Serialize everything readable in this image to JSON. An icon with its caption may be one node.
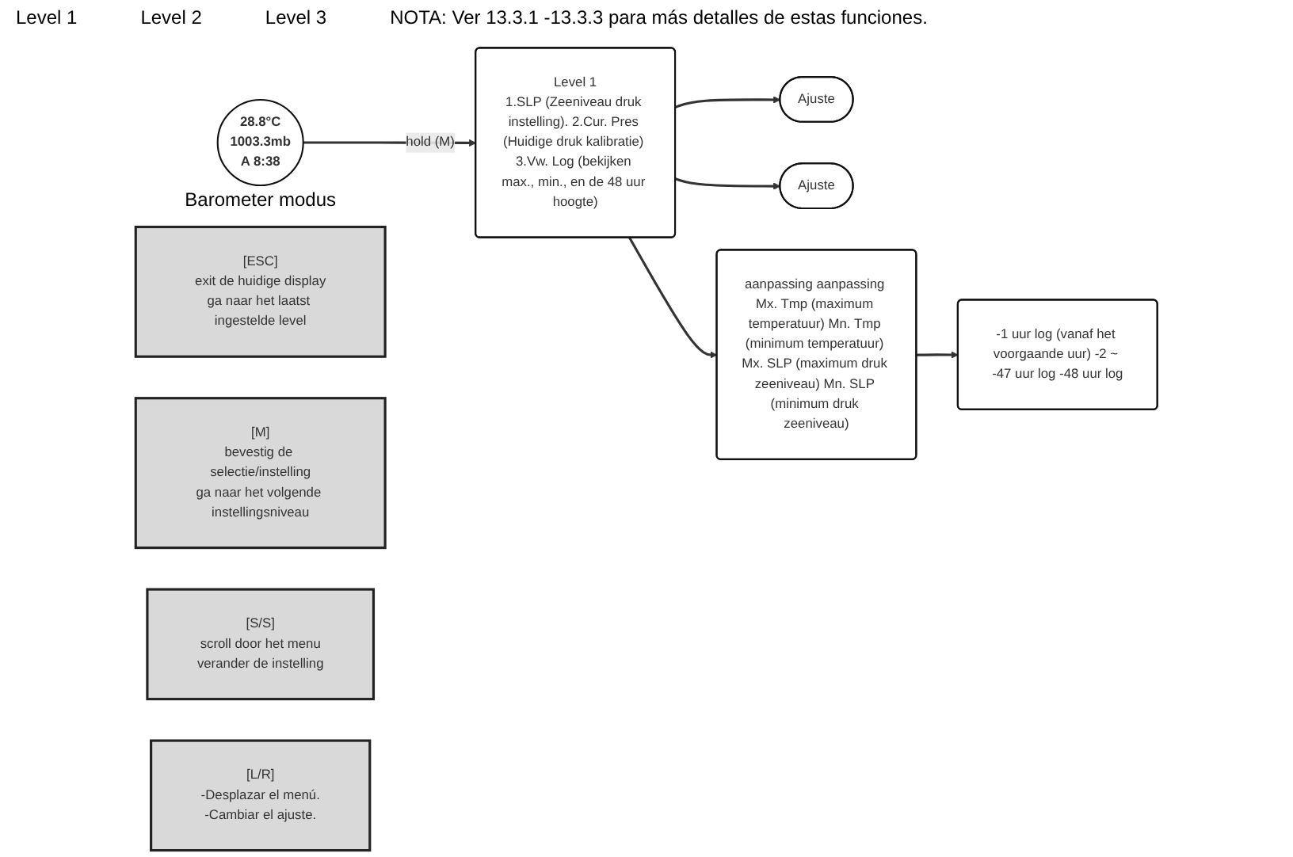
{
  "diagram": {
    "nodes": [
      {
        "text": [
          "28.8°C",
          "1003.3mb",
          "A 8:38"
        ],
        "beside": [
          "Barometer modus"
        ]
      },
      {
        "text": [
          "Level 1",
          "1.SLP (Zeeniveau druk instelling). 2.Cur. Pres (Huidige druk kalibratie) 3.Vw. Log (bekijken max., min., en de 48 uur hoogte)"
        ]
      },
      {
        "text": [
          "Ajuste"
        ]
      },
      {
        "text": [
          "Ajuste"
        ]
      },
      {
        "text": [
          "aanpassing aanpassing Mx. Tmp (maximum temperatuur) Mn. Tmp (minimum temperatuur) Mx. SLP (maximum druk zeeniveau) Mn. SLP (minimum druk zeeniveau)"
        ]
      },
      {
        "text": [
          "-1 uur log (vanaf het voorgaande uur) -2 ~ -47 uur log -48 uur log"
        ]
      },
      {
        "text": [
          "[ESC]",
          "exit de huidige display",
          "ga naar het laatst ingestelde level"
        ]
      },
      {
        "text": [
          "[M]",
          "bevestig de selectie/instelling",
          "ga naar het volgende instellingsniveau"
        ]
      },
      {
        "text": [
          "[S/S]",
          "scroll door het menu",
          "verander de instelling"
        ]
      },
      {
        "text": [
          "[L/R]",
          "-Desplazar el menú.",
          "-Cambiar el ajuste."
        ]
      }
    ],
    "edges": [
      {
        "from": 0,
        "to": 1,
        "arrow": "to",
        "label": "hold (M)"
      },
      {
        "from": 1,
        "to": 2,
        "arrow": "to"
      },
      {
        "from": 1,
        "to": 3,
        "arrow": "to"
      },
      {
        "from": 1,
        "to": 4,
        "arrow": "to"
      },
      {
        "from": 4,
        "to": 5,
        "arrow": "to"
      }
    ],
    "labels": [
      "Level 1",
      "Level 2",
      "Level 3",
      "NOTA: Ver 13.3.1 -13.3.3 para más detalles de estas funciones."
    ]
  }
}
